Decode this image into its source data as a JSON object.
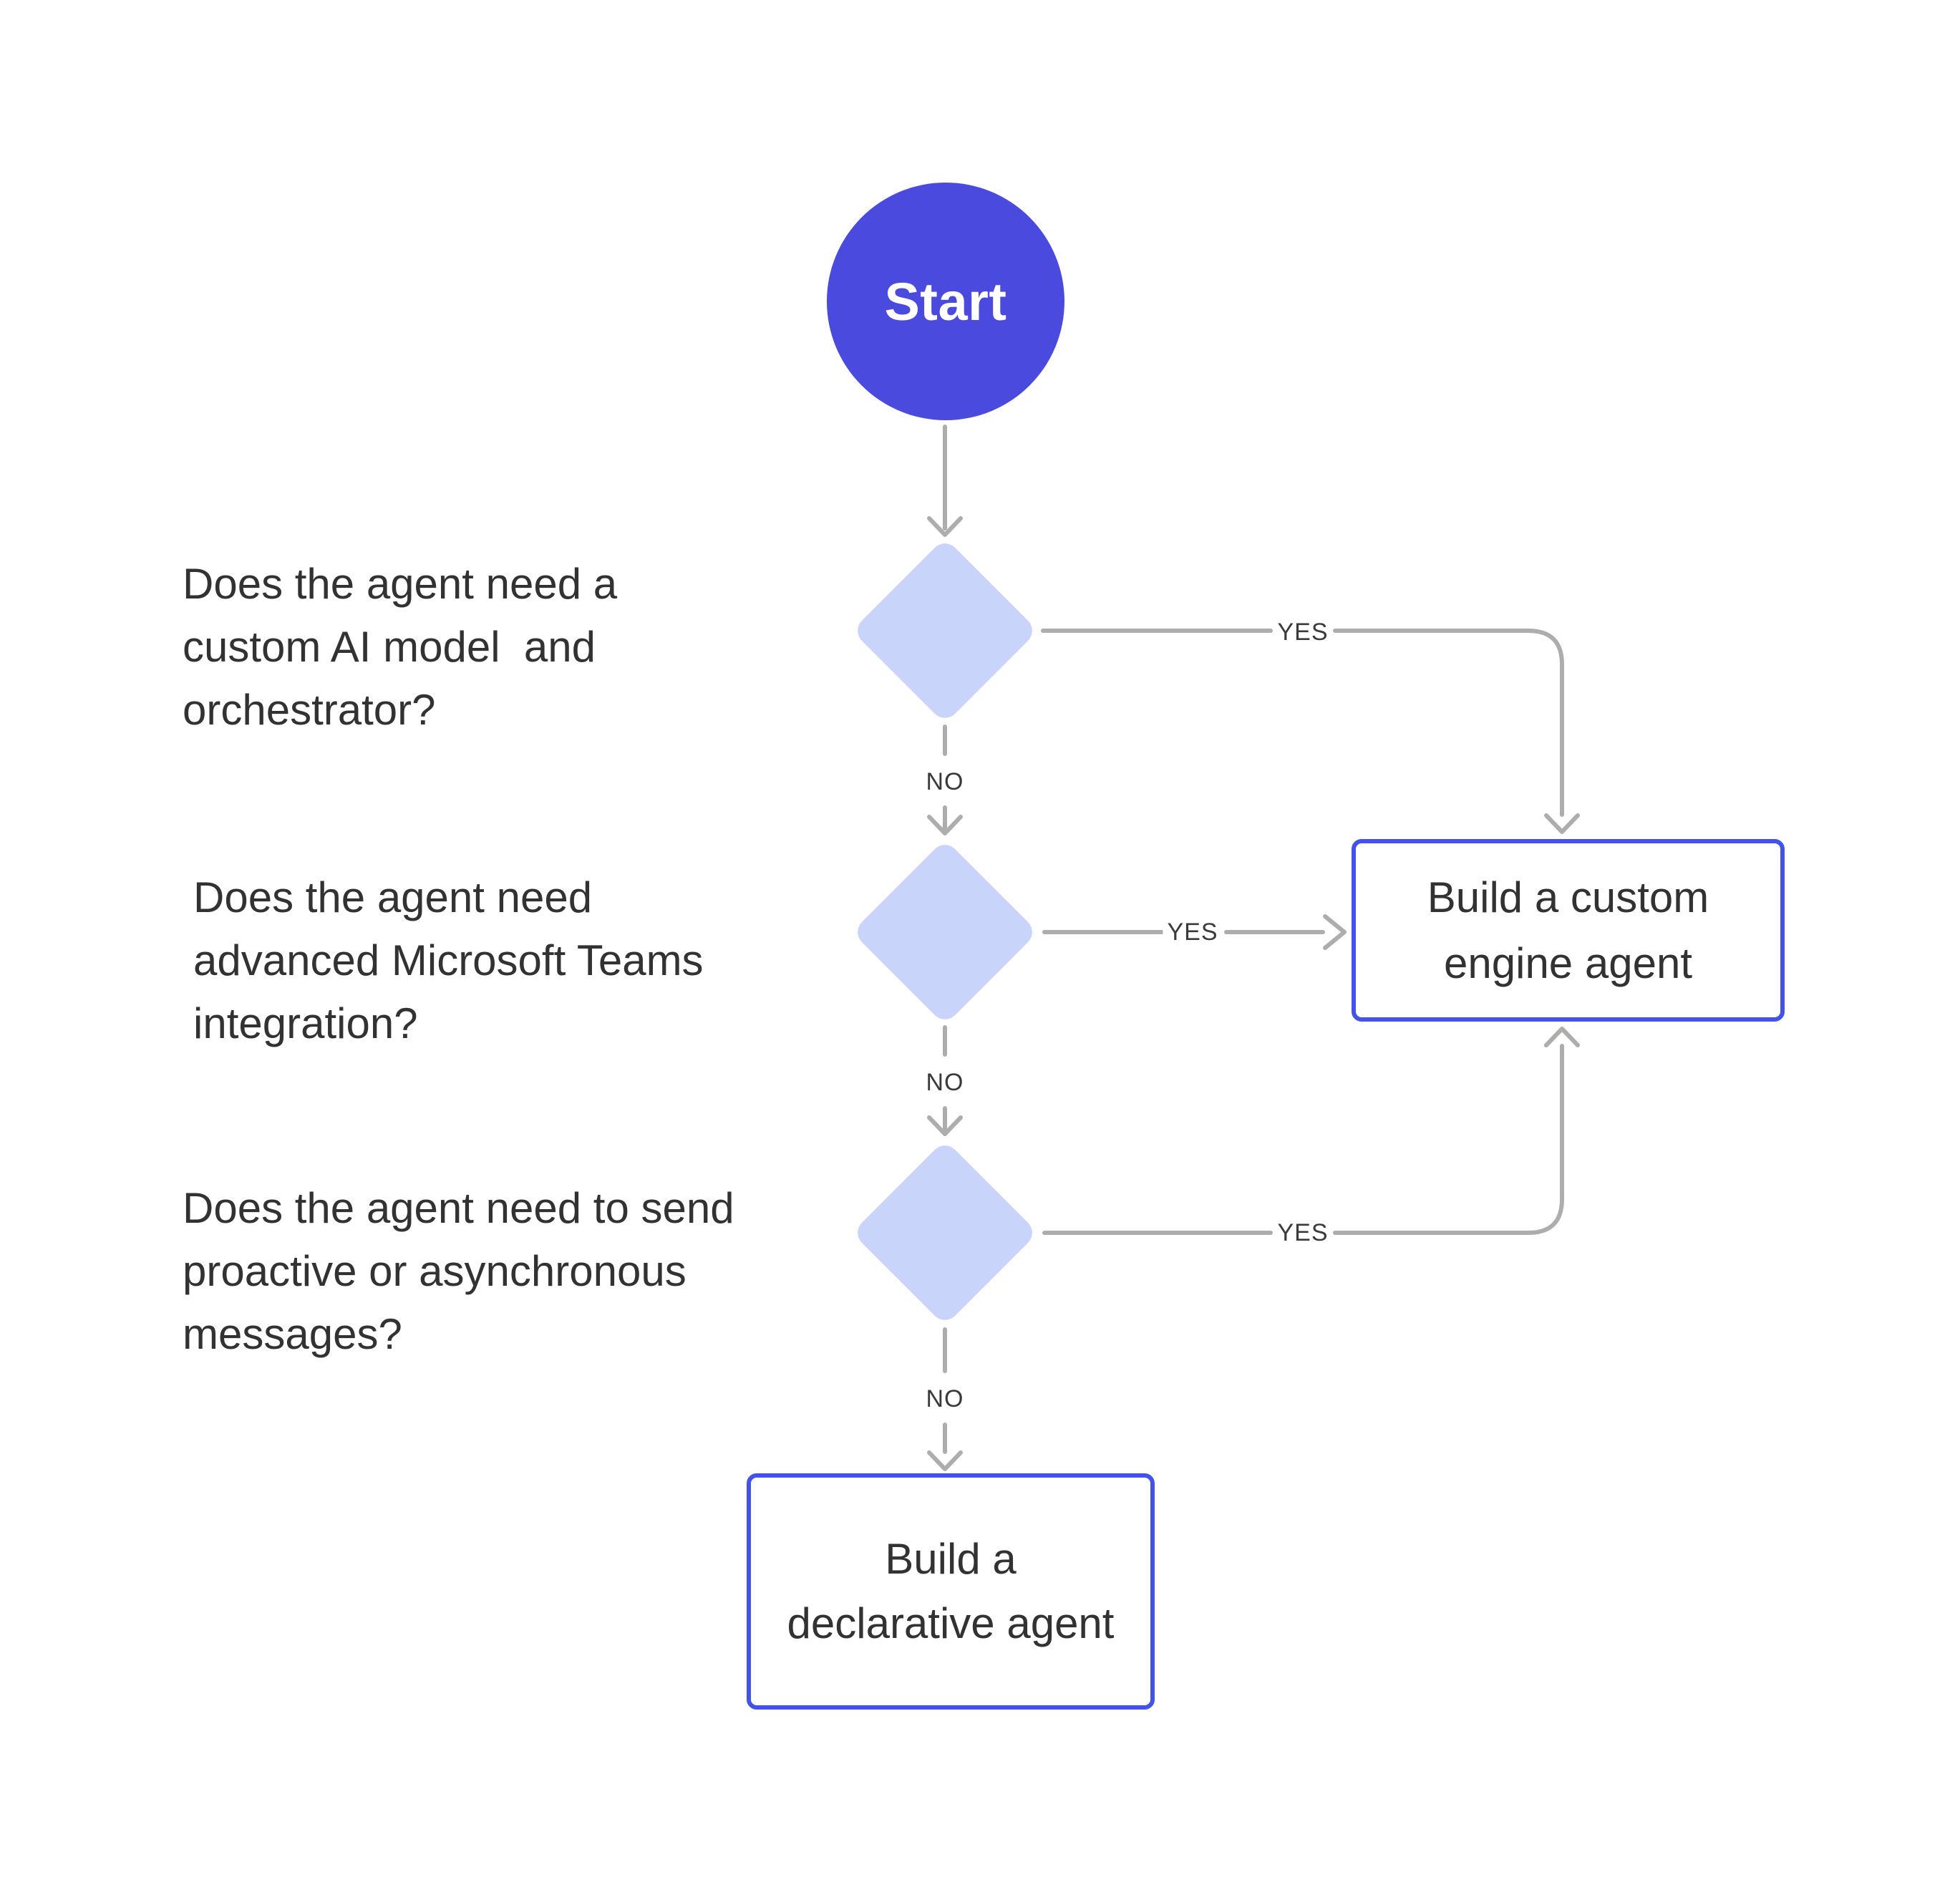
{
  "nodes": {
    "start": {
      "label": "Start"
    },
    "decision1": {
      "lines": [
        "Does the agent need a",
        "custom AI model  and",
        "orchestrator?"
      ]
    },
    "decision2": {
      "lines": [
        "Does the agent need",
        "advanced Microsoft Teams",
        "integration?"
      ]
    },
    "decision3": {
      "lines": [
        "Does the agent need to send",
        "proactive or asynchronous",
        "messages?"
      ]
    },
    "outcome_engine": {
      "line1": "Build a custom",
      "line2": "engine agent"
    },
    "outcome_declarative": {
      "line1": "Build a",
      "line2": "declarative agent"
    }
  },
  "edge_labels": {
    "yes1": "YES",
    "no1": "NO",
    "yes2": "YES",
    "no2": "NO",
    "yes3": "YES",
    "no3": "NO"
  },
  "colors": {
    "start-fill": "#4A4ADF",
    "diamond-fill": "#C9D4FA",
    "outcome-border": "#4353E8",
    "connector": "#ADADAD",
    "text": "#323232",
    "label": "#3A3A3A",
    "canvas": "#FFFFFF"
  }
}
